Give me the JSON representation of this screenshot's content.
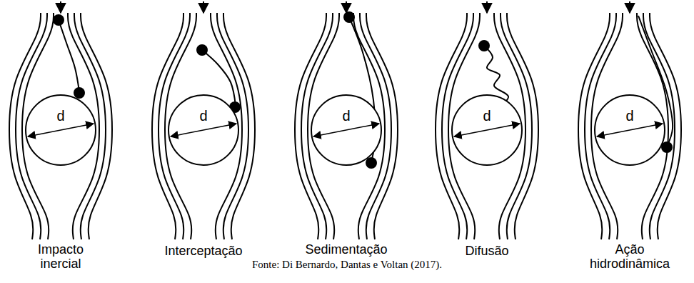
{
  "diagram": {
    "caption": "Fonte: Di Bernardo, Dantas e Voltan (2017).",
    "nodes": [
      {
        "text": [
          "d"
        ]
      },
      {
        "text": [
          "d"
        ]
      },
      {
        "text": [
          "d"
        ]
      },
      {
        "text": [
          "d"
        ]
      },
      {
        "text": [
          "d"
        ]
      }
    ],
    "labels": [
      "Impacto inercial",
      "Interceptação",
      "Sedimentação",
      "Difusão",
      "Ação hidrodinâmica"
    ]
  }
}
